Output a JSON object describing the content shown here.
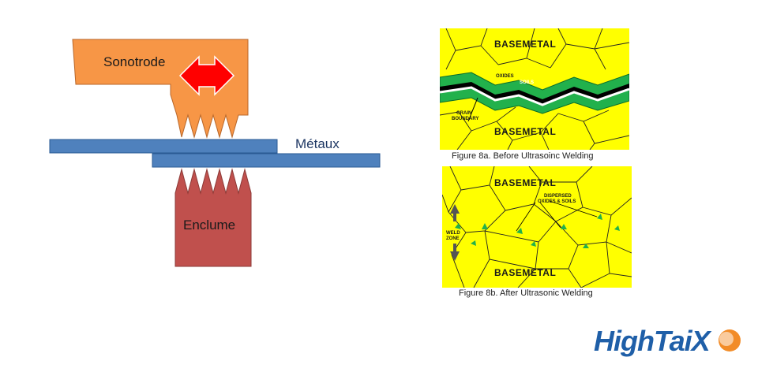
{
  "diagram": {
    "sonotrode_label": "Sonotrode",
    "metals_label": "Métaux",
    "anvil_label": "Enclume",
    "colors": {
      "sonotrode": "#f79646",
      "anvil": "#c0504d",
      "metal": "#4f81bd",
      "arrow": "#ff0000"
    }
  },
  "figure_a": {
    "top_label": "BASEMETAL",
    "bottom_label": "BASEMETAL",
    "oxides_label": "OXIDES",
    "soils_label": "SOILS",
    "grain_label_1": "GRAIN",
    "grain_label_2": "BOUNDARY",
    "caption": "Figure 8a. Before Ultrasoinc Welding"
  },
  "figure_b": {
    "top_label": "BASEMETAL",
    "bottom_label": "BASEMETAL",
    "dispersed_label_1": "DISPERSED",
    "dispersed_label_2": "OXIDES & SOILS",
    "weld_zone_1": "WELD",
    "weld_zone_2": "ZONE",
    "caption": "Figure 8b. After Ultrasonic Welding"
  },
  "logo": {
    "text": "HighTaiX"
  }
}
